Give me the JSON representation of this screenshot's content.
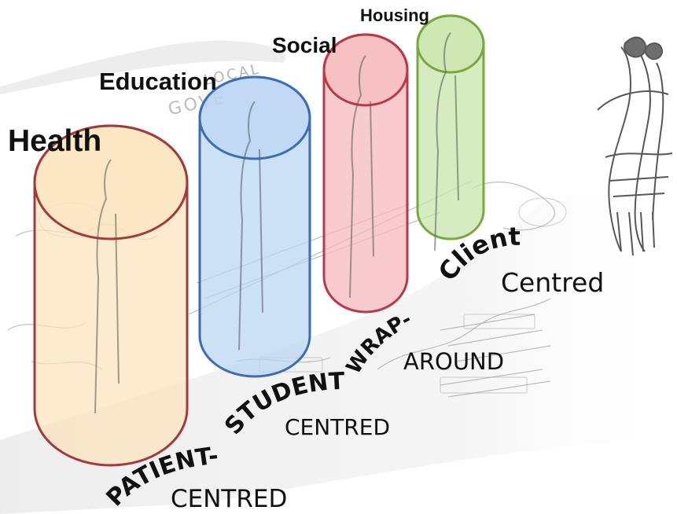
{
  "sectors": [
    {
      "id": "health",
      "label": "Health",
      "care_word": "PATIENT-",
      "care_rest": "CENTRED",
      "fill": "#fbe3bd",
      "stroke": "#a23b3b"
    },
    {
      "id": "education",
      "label": "Education",
      "care_word": "STUDENT-",
      "care_rest": "CENTRED",
      "fill": "#b8d4f2",
      "stroke": "#3d6db5"
    },
    {
      "id": "social",
      "label": "Social",
      "care_word": "WRAP-",
      "care_rest": "AROUND",
      "fill": "#f5b8bb",
      "stroke": "#b93a45"
    },
    {
      "id": "housing",
      "label": "Housing",
      "care_word": "Client",
      "care_rest": "Centred",
      "fill": "#c7e3a8",
      "stroke": "#78a83f"
    }
  ],
  "background_sketch_text": [
    "LOCAL",
    "GOVE"
  ],
  "colors": {
    "background": "#ffffff",
    "sketch": "#333333",
    "text": "#111111"
  }
}
